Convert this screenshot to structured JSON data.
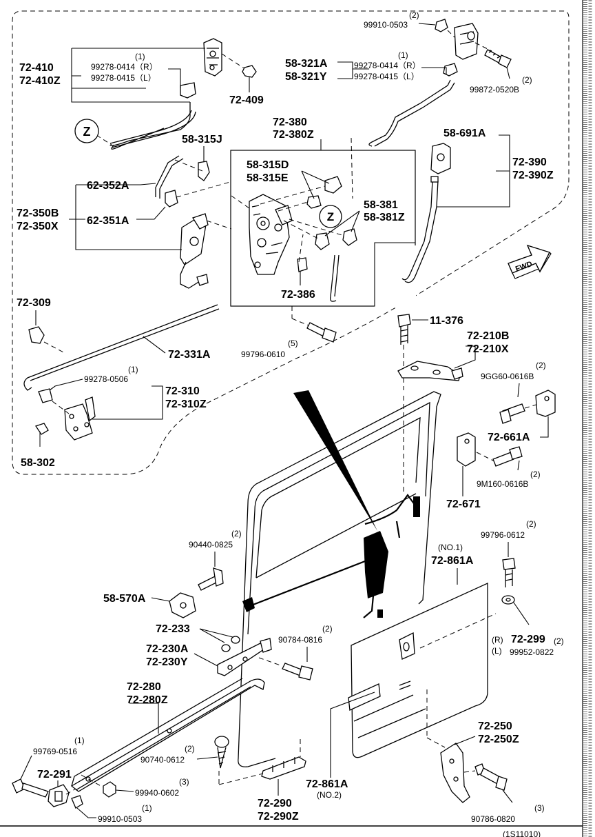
{
  "labels": {
    "l72_410": "72-410",
    "l72_410z": "72-410Z",
    "l99278_0414_a": "99278-0414（R）",
    "l99278_0415_a": "99278-0415（L）",
    "q1_a": "(1)",
    "l72_409": "72-409",
    "l58_321a": "58-321A",
    "l58_321y": "58-321Y",
    "l99278_0414_b": "99278-0414（R）",
    "l99278_0415_b": "99278-0415（L）",
    "q1_b": "(1)",
    "l99910_0503_top": "99910-0503",
    "q2_top": "(2)",
    "l99872_0520b": "99872-0520B",
    "q2_99872": "(2)",
    "l72_380": "72-380",
    "l72_380z": "72-380Z",
    "l58_315j": "58-315J",
    "l58_315d": "58-315D",
    "l58_315e": "58-315E",
    "l58_381": "58-381",
    "l58_381z": "58-381Z",
    "l62_352a": "62-352A",
    "l62_351a": "62-351A",
    "l72_350b": "72-350B",
    "l72_350x": "72-350X",
    "l58_691a": "58-691A",
    "l72_390": "72-390",
    "l72_390z": "72-390Z",
    "fwd": "FWD",
    "l72_386": "72-386",
    "l72_309": "72-309",
    "l72_331a": "72-331A",
    "l99796_0610": "99796-0610",
    "q5": "(5)",
    "l99278_0506": "99278-0506",
    "q1_c": "(1)",
    "l72_310": "72-310",
    "l72_310z": "72-310Z",
    "l58_302": "58-302",
    "l11_376": "11-376",
    "l72_210b": "72-210B",
    "l72_210x": "72-210X",
    "l9gg60": "9GG60-0616B",
    "q2_9gg": "(2)",
    "l72_661a": "72-661A",
    "l9m160": "9M160-0616B",
    "q2_9m": "(2)",
    "l72_671": "72-671",
    "l90440_0825": "90440-0825",
    "q2_90440": "(2)",
    "l58_570a": "58-570A",
    "l72_233": "72-233",
    "l90784_0816": "90784-0816",
    "q2_90784": "(2)",
    "l72_230a": "72-230A",
    "l72_230y": "72-230Y",
    "l72_280": "72-280",
    "l72_280z": "72-280Z",
    "l99769_0516": "99769-0516",
    "q1_99769": "(1)",
    "l72_291": "72-291",
    "l90740_0612": "90740-0612",
    "q2_90740": "(2)",
    "l99940_0602": "99940-0602",
    "q3_99940": "(3)",
    "l99910_0503_bot": "99910-0503",
    "q1_99910": "(1)",
    "l72_290": "72-290",
    "l72_290z": "72-290Z",
    "l72_861a_no2": "72-861A",
    "no2": "(NO.2)",
    "no1": "(NO.1)",
    "l72_861a_no1": "72-861A",
    "l99796_0612": "99796-0612",
    "q2_99796": "(2)",
    "r_mark": "(R)",
    "l_mark": "(L)",
    "l72_299": "72-299",
    "q2_72299": "(2)",
    "l99952_0822": "99952-0822",
    "l72_250": "72-250",
    "l72_250z": "72-250Z",
    "l90786_0820": "90786-0820",
    "q3_90786": "(3)",
    "z_mark": "Z",
    "footer_code": "(1S11010)"
  },
  "colors": {
    "ink": "#000000",
    "paper": "#ffffff"
  }
}
